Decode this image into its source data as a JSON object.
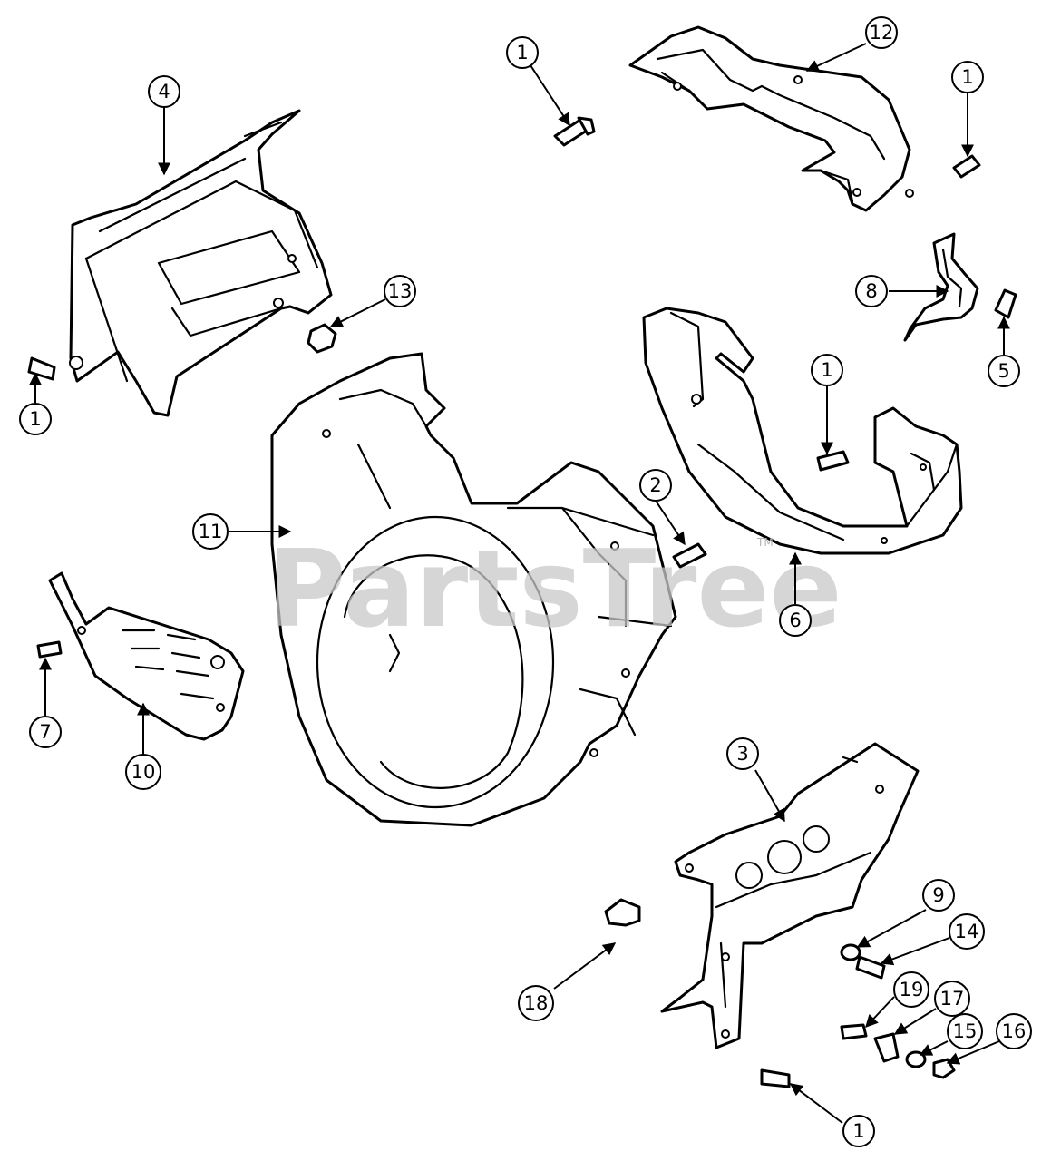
{
  "watermark": {
    "text": "PartsTree",
    "trademark": "TM"
  },
  "callouts": [
    {
      "label": "1"
    },
    {
      "label": "12"
    },
    {
      "label": "1"
    },
    {
      "label": "4"
    },
    {
      "label": "13"
    },
    {
      "label": "1"
    },
    {
      "label": "8"
    },
    {
      "label": "5"
    },
    {
      "label": "1"
    },
    {
      "label": "2"
    },
    {
      "label": "11"
    },
    {
      "label": "6"
    },
    {
      "label": "7"
    },
    {
      "label": "10"
    },
    {
      "label": "3"
    },
    {
      "label": "9"
    },
    {
      "label": "14"
    },
    {
      "label": "18"
    },
    {
      "label": "19"
    },
    {
      "label": "17"
    },
    {
      "label": "15"
    },
    {
      "label": "16"
    },
    {
      "label": "1"
    }
  ]
}
